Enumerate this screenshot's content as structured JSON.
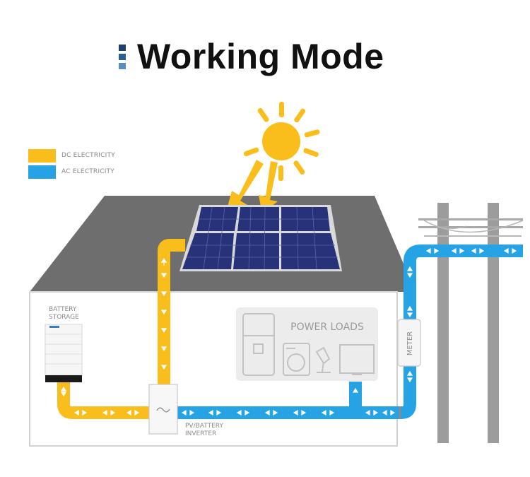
{
  "title": "Working Mode",
  "colors": {
    "dc": "#F9BE1C",
    "ac": "#26A3E5",
    "accent_dark": "#1C3F72",
    "accent_mid": "#2C5E93",
    "accent_light": "#5B8EBF",
    "roof": "#6E6E6E",
    "wall": "#D1D1D1",
    "pole": "#9C9C9C"
  },
  "legend": [
    {
      "label": "DC ELECTRICITY",
      "color": "#F9BE1C"
    },
    {
      "label": "AC ELECTRICITY",
      "color": "#26A3E5"
    }
  ],
  "labels": {
    "battery_line1": "BATTERY",
    "battery_line2": "STORAGE",
    "power_loads": "POWER LOADS",
    "inverter_line1": "PV/BATTERY",
    "inverter_line2": "INVERTER",
    "meter": "METER"
  },
  "icons": [
    "sun-icon",
    "solar-panel-icon",
    "fridge-icon",
    "washing-machine-icon",
    "desk-lamp-icon",
    "tv-icon",
    "utility-pole-icon",
    "inverter-icon",
    "battery-icon",
    "meter-icon"
  ]
}
